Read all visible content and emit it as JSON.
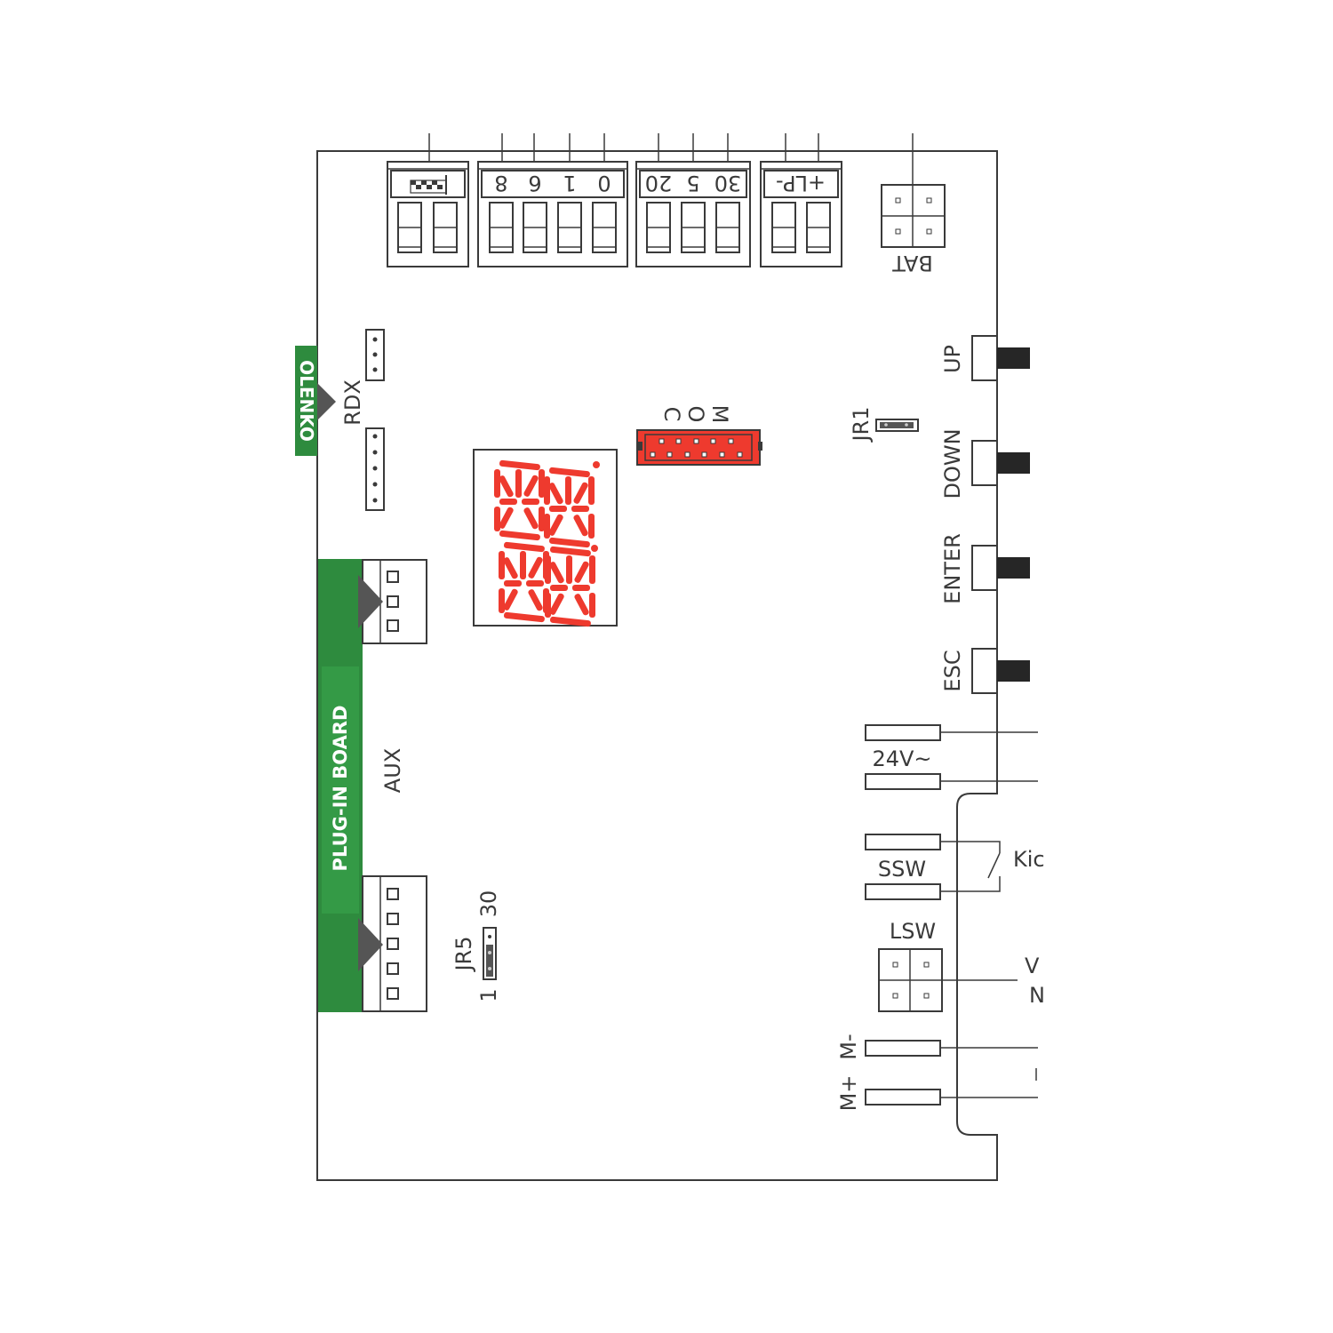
{
  "terminals": {
    "block_a": {
      "label": ""
    },
    "block_b": {
      "labels": [
        "8",
        "6",
        "1",
        "0"
      ]
    },
    "block_c": {
      "labels": [
        "20",
        "5",
        "30"
      ]
    },
    "block_d": {
      "label": "+LP-"
    },
    "bat": "BAT"
  },
  "left": {
    "rdx": "RDX",
    "green_tab_text": "OLENKO",
    "plugin_board": "PLUG-IN BOARD",
    "aux": "AUX",
    "jr5": {
      "label": "JR5",
      "pin_left": "1",
      "pin_right": "30"
    }
  },
  "center": {
    "com": [
      "C",
      "O",
      "M"
    ]
  },
  "right": {
    "jr1": "JR1",
    "buttons": [
      "UP",
      "DOWN",
      "ENTER",
      "ESC"
    ],
    "v24": "24V~",
    "ssw": "SSW",
    "kick": "Kic",
    "lsw": "LSW",
    "lsw_side_top": "V",
    "lsw_side_bottom": "N",
    "m_minus": "M-",
    "m_plus": "M+"
  },
  "colors": {
    "green": "#2e8b3e",
    "red": "#ee3a2e",
    "line": "#3a3a3a"
  }
}
